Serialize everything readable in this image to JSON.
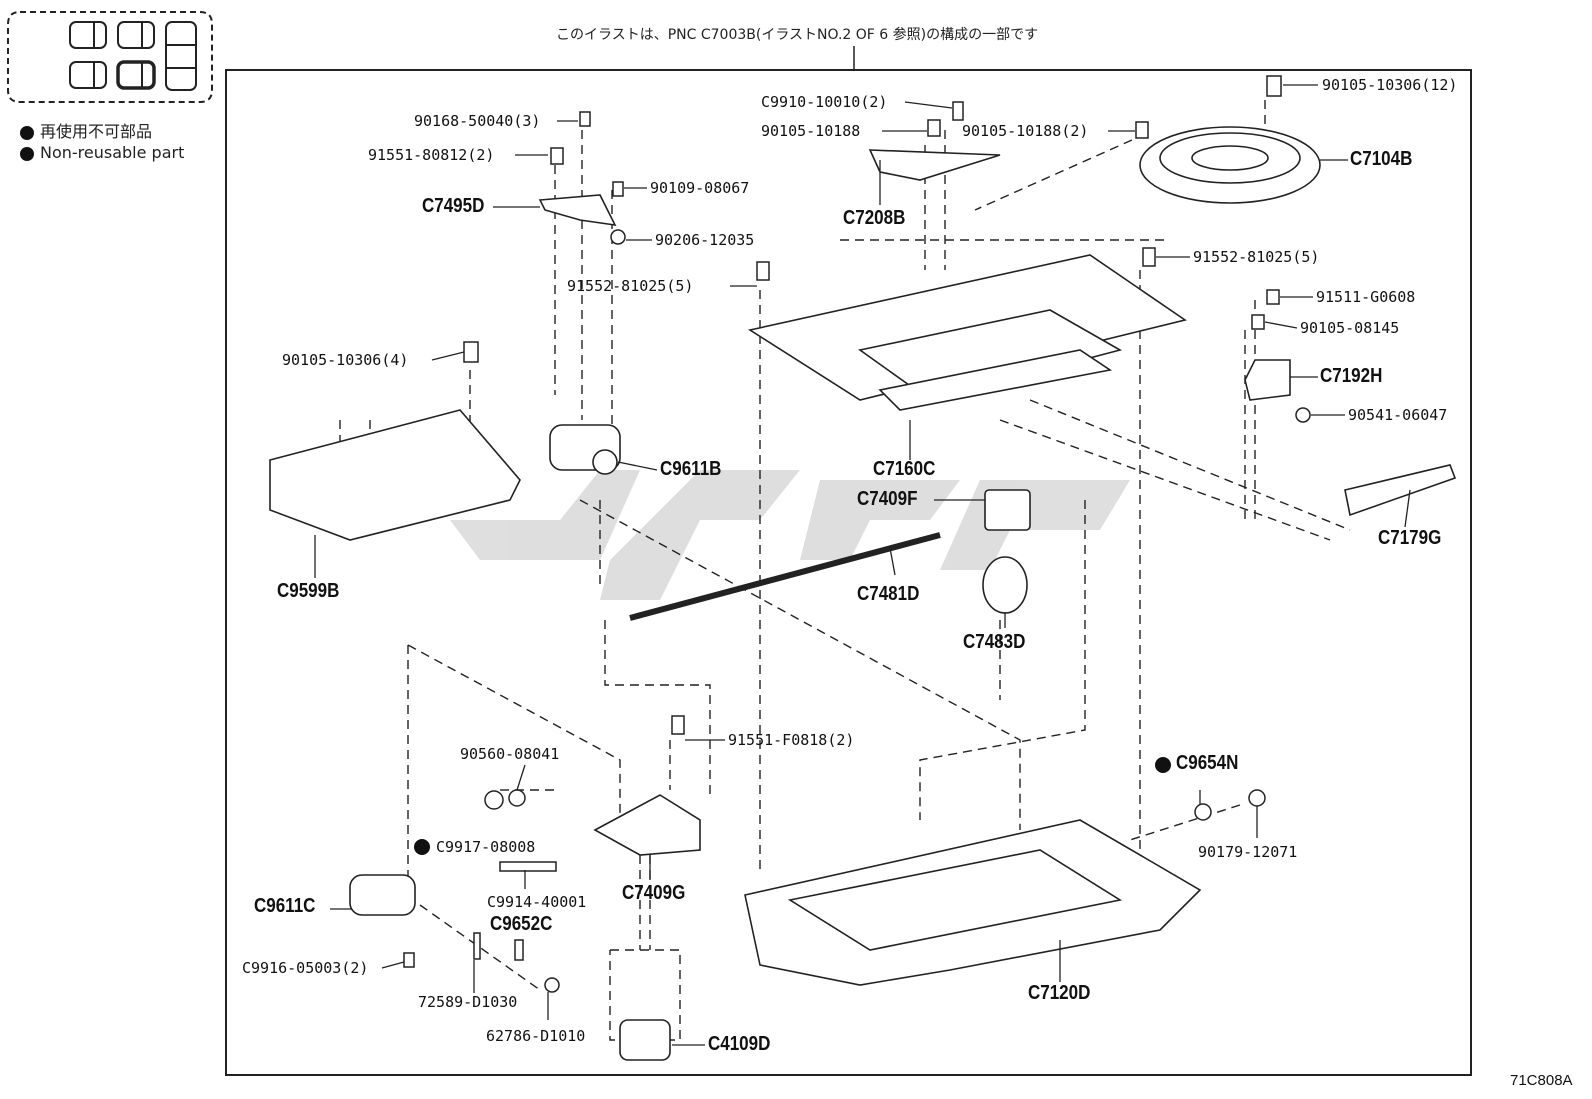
{
  "caption": "このイラストは、PNC C7003B(イラストNO.2 OF 6 参照)の構成の一部です",
  "legend": {
    "japanese": "再使用不可部品",
    "english": "Non-reusable part"
  },
  "illustration_code": "71C808A",
  "labels": {
    "p1": "90168-50040(3)",
    "p2": "91551-80812(2)",
    "p3": "C7495D",
    "p4": "90109-08067",
    "p5": "90206-12035",
    "p6": "91552-81025(5)",
    "p7": "C9910-10010(2)",
    "p8": "90105-10188",
    "p9": "90105-10188(2)",
    "p10": "C7208B",
    "p11": "90105-10306(12)",
    "p12": "C7104B",
    "p13": "91552-81025(5)",
    "p14": "91511-G0608",
    "p15": "90105-08145",
    "p16": "C7192H",
    "p17": "90541-06047",
    "p18": "90105-10306(4)",
    "p19": "C9611B",
    "p20": "C7160C",
    "p21": "C7409F",
    "p22": "C9599B",
    "p23": "C7481D",
    "p24": "C7483D",
    "p25": "C7179G",
    "p26": "91551-F0818(2)",
    "p27": "90560-08041",
    "p28": "C9654N",
    "p29": "C9917-08008",
    "p30": "90179-12071",
    "p31": "C9914-40001",
    "p32": "C7409G",
    "p33": "C9611C",
    "p34": "C9652C",
    "p35": "C9916-05003(2)",
    "p36": "72589-D1030",
    "p37": "62786-D1010",
    "p38": "C4109D",
    "p39": "C7120D"
  }
}
